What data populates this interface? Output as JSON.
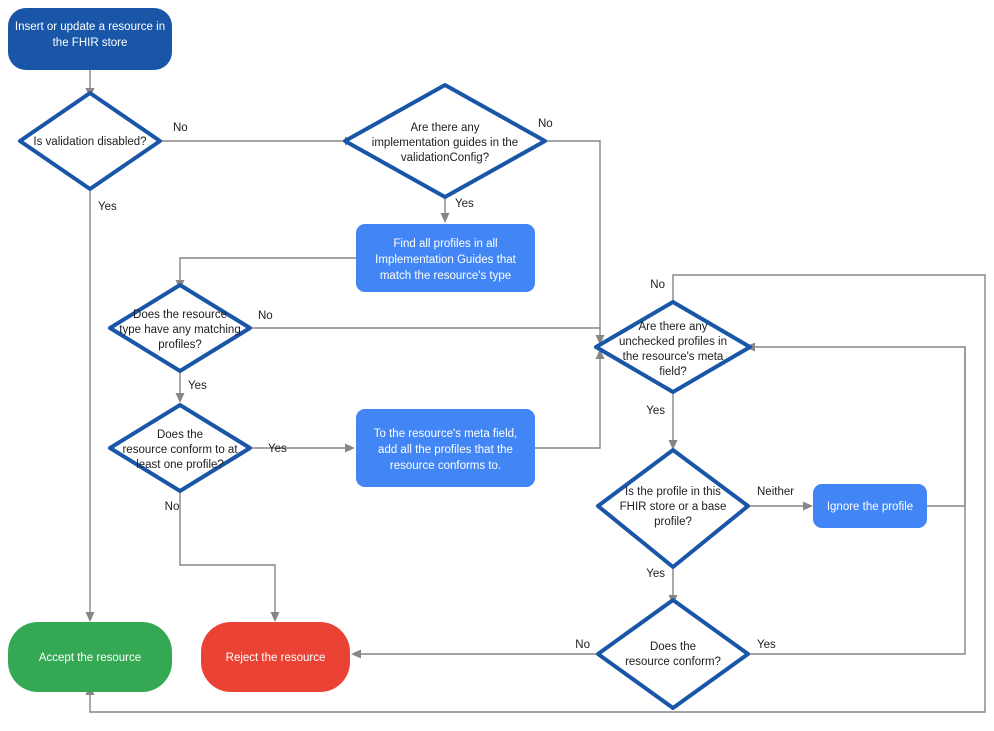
{
  "diagram": {
    "title": "FHIR store resource validation flowchart",
    "colors": {
      "terminal_start": "#1a56a8",
      "process": "#4285f4",
      "decision_stroke": "#1a56a8",
      "decision_fill": "#ffffff",
      "accept": "#34a853",
      "reject": "#ea4335",
      "connector": "#868686",
      "text_dark": "#202124",
      "text_light": "#ffffff"
    },
    "nodes": {
      "start": {
        "type": "terminator",
        "label": "Insert or update a resource in the FHIR store",
        "lines": [
          "Insert or update a resource in",
          "the FHIR store"
        ]
      },
      "validation_disabled": {
        "type": "decision",
        "label": "Is validation disabled?",
        "lines": [
          "Is validation disabled?"
        ]
      },
      "impl_guides": {
        "type": "decision",
        "label": "Are there any implementation guides in the validationConfig?",
        "lines": [
          "Are there any",
          "implementation guides in the",
          "validationConfig?"
        ]
      },
      "find_profiles": {
        "type": "process",
        "label": "Find all profiles in all Implementation Guides that match the resource's type",
        "lines": [
          "Find all profiles in all",
          "Implementation Guides that",
          "match the resource's type"
        ]
      },
      "matching_profiles": {
        "type": "decision",
        "label": "Does the resource type have any matching profiles?",
        "lines": [
          "Does the resource",
          "type have any matching",
          "profiles?"
        ]
      },
      "conform_one": {
        "type": "decision",
        "label": "Does the resource conform to at least one profile?",
        "lines": [
          "Does the",
          "resource conform to at",
          "least one profile?"
        ]
      },
      "add_profiles": {
        "type": "process",
        "label": "To the resource's meta field, add all the profiles that the resource conforms to.",
        "lines": [
          "To the resource's meta field,",
          "add all the profiles that the",
          "resource conforms to."
        ]
      },
      "unchecked_profiles": {
        "type": "decision",
        "label": "Are there any unchecked profiles in the resource's meta field?",
        "lines": [
          "Are there any",
          "unchecked profiles in",
          "the resource's meta",
          "field?"
        ]
      },
      "profile_location": {
        "type": "decision",
        "label": "Is the profile in this FHIR store or a base profile?",
        "lines": [
          "Is the profile in this",
          "FHIR store or a base",
          "profile?"
        ]
      },
      "ignore_profile": {
        "type": "process",
        "label": "Ignore the profile",
        "lines": [
          "Ignore the profile"
        ]
      },
      "resource_conform": {
        "type": "decision",
        "label": "Does the resource conform?",
        "lines": [
          "Does the",
          "resource conform?"
        ]
      },
      "accept": {
        "type": "terminator",
        "label": "Accept the resource",
        "lines": [
          "Accept the resource"
        ]
      },
      "reject": {
        "type": "terminator",
        "label": "Reject the resource",
        "lines": [
          "Reject the resource"
        ]
      }
    },
    "edge_labels": {
      "validation_no": "No",
      "validation_yes": "Yes",
      "impl_guides_no": "No",
      "impl_guides_yes": "Yes",
      "matching_no": "No",
      "matching_yes": "Yes",
      "conform_one_yes": "Yes",
      "conform_one_no": "No",
      "unchecked_no": "No",
      "unchecked_yes": "Yes",
      "profile_location_neither": "Neither",
      "profile_location_yes": "Yes",
      "resource_conform_no": "No",
      "resource_conform_yes": "Yes"
    }
  }
}
